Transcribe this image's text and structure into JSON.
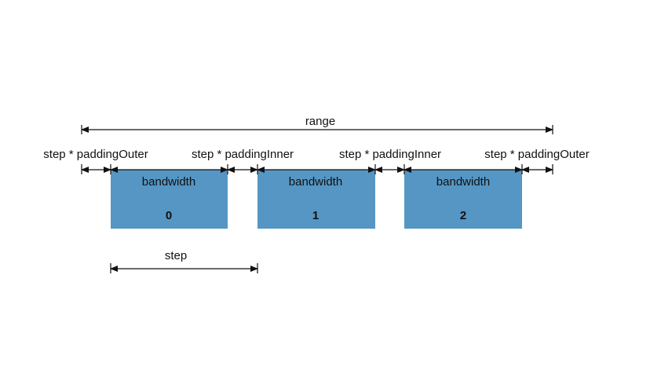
{
  "colors": {
    "band_fill": "#5596c4",
    "line": "#111111",
    "text": "#111111"
  },
  "labels": {
    "range": "range",
    "padding_outer": "step * paddingOuter",
    "padding_inner": "step * paddingInner",
    "bandwidth": "bandwidth",
    "step": "step"
  },
  "bands": [
    {
      "index": "0",
      "label": "bandwidth"
    },
    {
      "index": "1",
      "label": "bandwidth"
    },
    {
      "index": "2",
      "label": "bandwidth"
    }
  ]
}
